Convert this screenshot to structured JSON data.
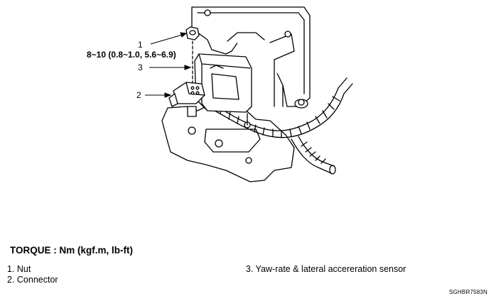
{
  "callouts": [
    {
      "number": "1"
    },
    {
      "number": "3"
    },
    {
      "number": "2"
    }
  ],
  "torque_spec": "8~10 (0.8~1.0, 5.6~6.9)",
  "torque_title": "TORQUE : Nm (kgf.m, lb-ft)",
  "legend": [
    {
      "label": "1.  Nut"
    },
    {
      "label": "2.  Connector"
    },
    {
      "label": "3.  Yaw-rate & lateral accereration sensor"
    }
  ],
  "figure_code": "SGHBR7583N"
}
